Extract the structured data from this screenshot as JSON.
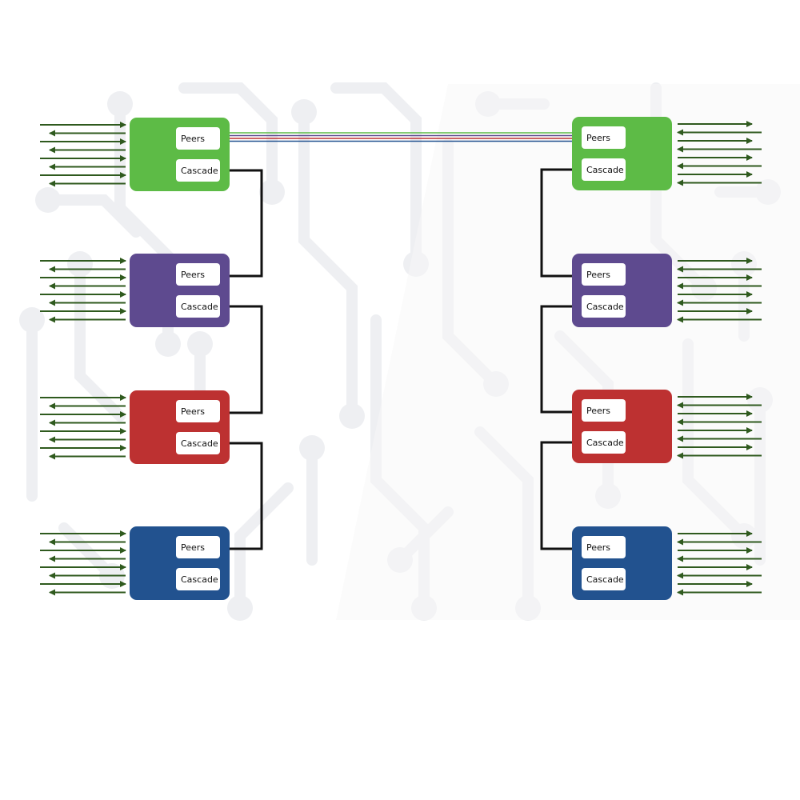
{
  "diagram": {
    "labels": {
      "peers": "Peers",
      "cascade": "Cascade"
    },
    "colors": {
      "green": "#5dbb46",
      "purple": "#5e4a8f",
      "red": "#bd3131",
      "blue": "#22528f",
      "arrow": "#2f5a1e",
      "link_line": "#111111",
      "background_pattern": "#eeeff2"
    },
    "left_column": {
      "units": [
        {
          "color": "green"
        },
        {
          "color": "purple"
        },
        {
          "color": "red"
        },
        {
          "color": "blue"
        }
      ],
      "arrows_per_unit": 8,
      "first_arrow_direction": "in"
    },
    "right_column": {
      "units": [
        {
          "color": "green"
        },
        {
          "color": "purple"
        },
        {
          "color": "red"
        },
        {
          "color": "blue"
        }
      ],
      "arrows_per_unit": 8,
      "first_arrow_direction": "out"
    },
    "peer_link": {
      "from": "left-green",
      "to": "right-green",
      "line_colors": [
        "#5dbb46",
        "#5e4a8f",
        "#bd3131",
        "#22528f"
      ]
    },
    "cascade_links": [
      {
        "column": "left",
        "from": 0,
        "to": 1
      },
      {
        "column": "left",
        "from": 1,
        "to": 2
      },
      {
        "column": "left",
        "from": 2,
        "to": 3
      },
      {
        "column": "right",
        "from": 0,
        "to": 1
      },
      {
        "column": "right",
        "from": 1,
        "to": 2
      },
      {
        "column": "right",
        "from": 2,
        "to": 3
      }
    ]
  }
}
